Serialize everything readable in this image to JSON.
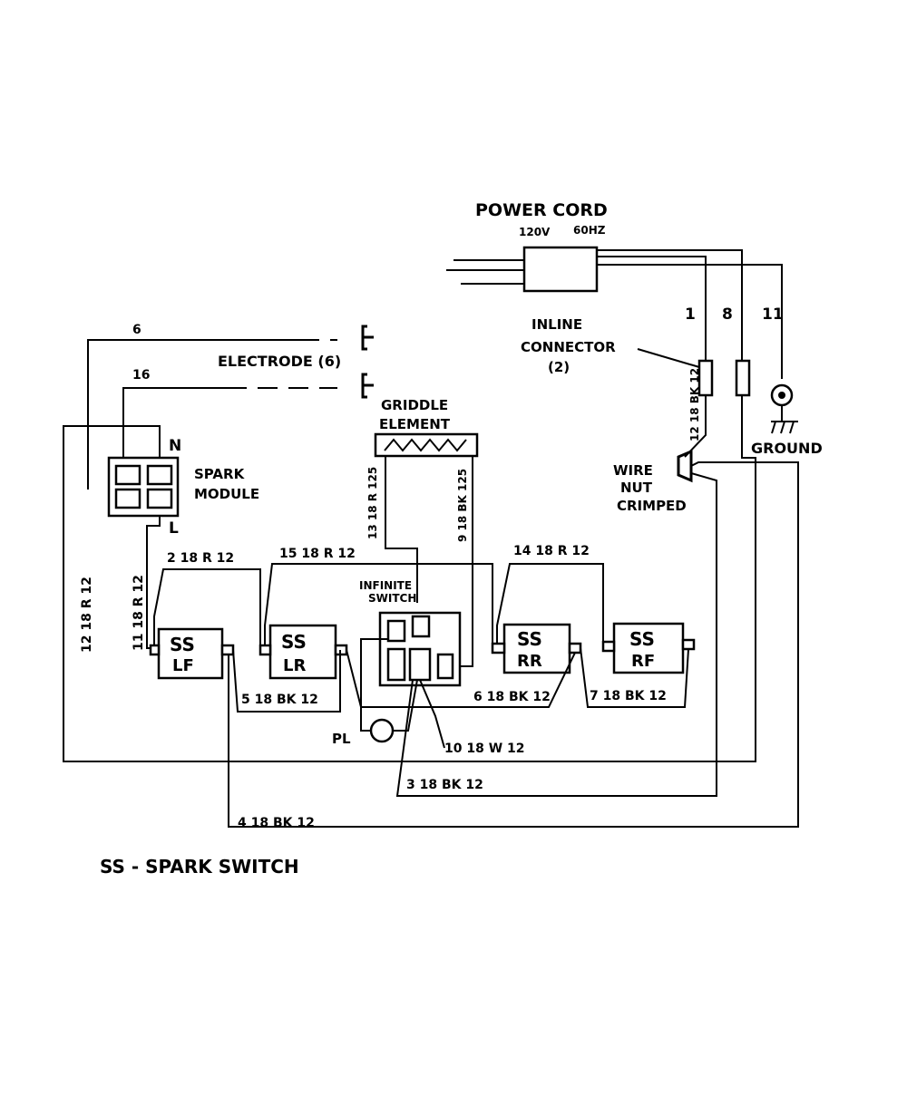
{
  "diagram": {
    "power_cord": {
      "title": "POWER CORD",
      "volts": "120V",
      "hertz": "60HZ"
    },
    "inline_connector": {
      "line1": "INLINE",
      "line2": "CONNECTOR",
      "line3": "(2)"
    },
    "electrode": "ELECTRODE (6)",
    "spark_module": {
      "line1": "SPARK",
      "line2": "MODULE",
      "n": "N",
      "l": "L"
    },
    "griddle": {
      "line1": "GRIDDLE",
      "line2": "ELEMENT"
    },
    "infinite_switch": {
      "line1": "INFINITE",
      "line2": "SWITCH"
    },
    "ground": "GROUND",
    "wire_nut": {
      "line1": "WIRE",
      "line2": "NUT",
      "line3": "CRIMPED"
    },
    "pilot_light": "PL",
    "switches": [
      {
        "top": "SS",
        "bottom": "LF"
      },
      {
        "top": "SS",
        "bottom": "LR"
      },
      {
        "top": "SS",
        "bottom": "RR"
      },
      {
        "top": "SS",
        "bottom": "RF"
      }
    ],
    "wire_labels": {
      "w1": "1",
      "w8": "8",
      "w11": "11",
      "w6": "6",
      "w16": "16",
      "w2": "2 18 R 12",
      "w15": "15 18 R 12",
      "w14": "14 18 R 12",
      "w11l": "11 18 R 12",
      "w12": "12 18 R 12",
      "w5": "5 18 BK 12",
      "w6b": "6 18 BK 12",
      "w7": "7 18 BK 12",
      "w10": "10 18 W 12",
      "w3": "3 18 BK 12",
      "w4": "4 18 BK 12",
      "w13": "13 18 R 125",
      "w9": "9 18 BK 125",
      "w12v": "12 18 BK 12"
    },
    "legend": "SS - SPARK SWITCH"
  }
}
